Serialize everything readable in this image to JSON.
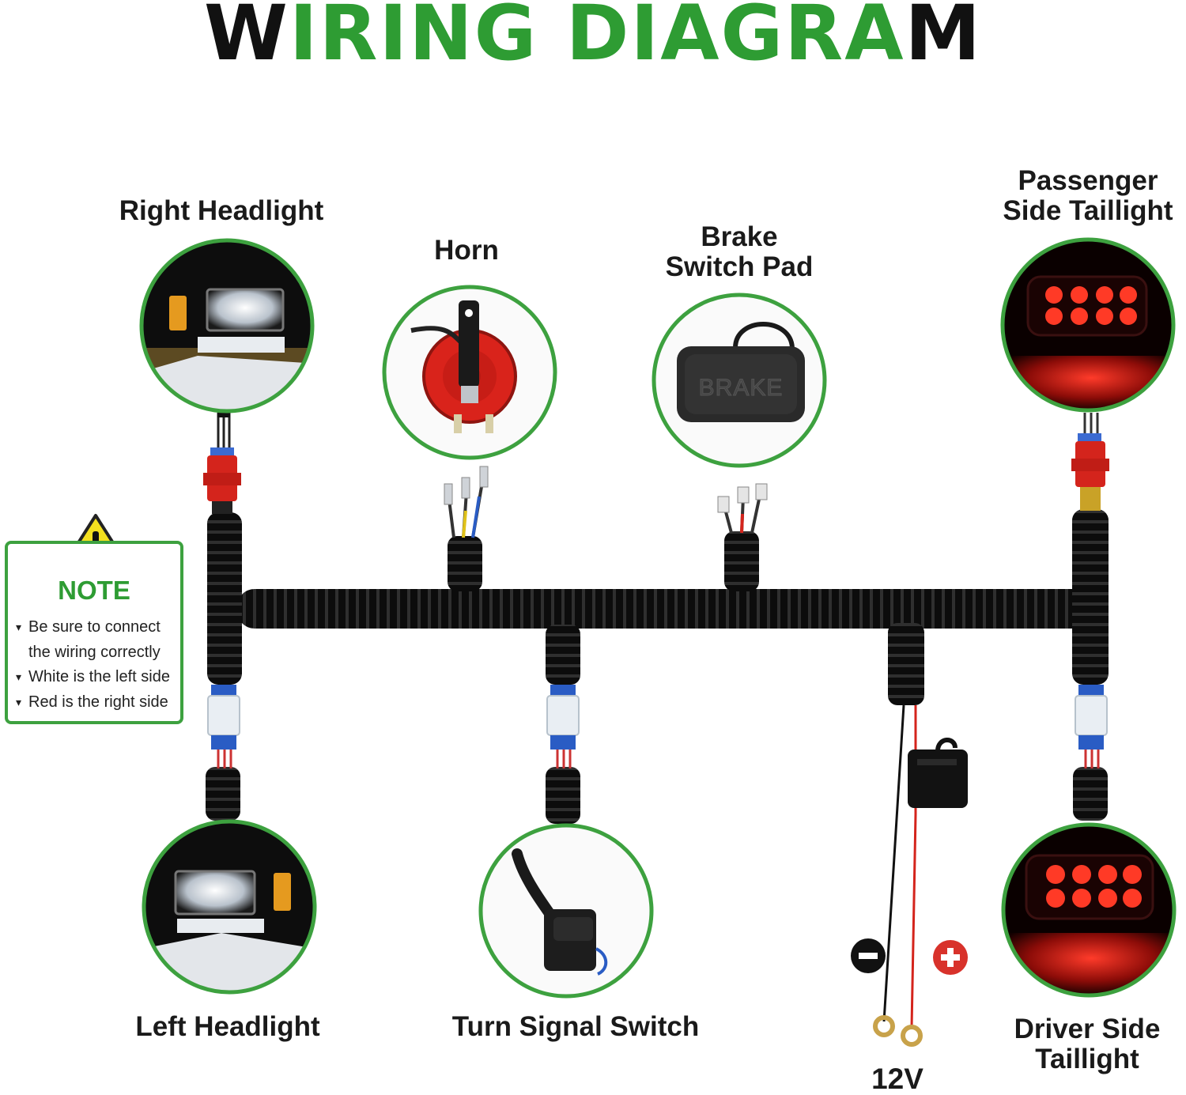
{
  "title": {
    "part_dark_1": "W",
    "part_green_1": "IRING DIAGRA",
    "part_dark_2": "M"
  },
  "labels": {
    "right_headlight": "Right Headlight",
    "horn": "Horn",
    "brake_switch_pad": [
      "Brake",
      "Switch Pad"
    ],
    "passenger_side_taillight": [
      "Passenger",
      "Side Taillight"
    ],
    "left_headlight": "Left Headlight",
    "turn_signal_switch": "Turn Signal Switch",
    "driver_side_taillight": [
      "Driver Side",
      "Taillight"
    ],
    "voltage": "12V"
  },
  "note": {
    "title": "NOTE",
    "items": [
      {
        "text": "Be sure to connect",
        "bullet": true
      },
      {
        "text": "the wiring correctly",
        "bullet": false
      },
      {
        "text": "White is the left side",
        "bullet": true
      },
      {
        "text": "Red is the right side",
        "bullet": true
      }
    ]
  },
  "brake_pad_text": "BRAKE",
  "colors": {
    "accent_green": "#2e9c33",
    "circle_border": "#3da13f",
    "harness": "#0e0e0e",
    "red_connector": "#d4241c",
    "white_connector": "#e9eef3",
    "blue_band": "#2a5cc4",
    "warning_yellow": "#f4e01f",
    "plus_red": "#d8322b"
  },
  "icons": {
    "warning": "warning-triangle-icon",
    "minus": "minus-terminal-icon",
    "plus": "plus-terminal-icon"
  }
}
